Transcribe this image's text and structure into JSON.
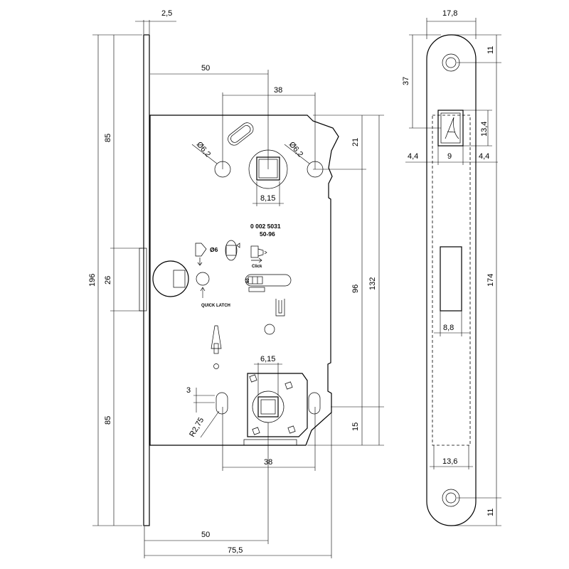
{
  "side_view": {
    "top_width": "2,5",
    "height_top": "85",
    "height_total": "196",
    "height_mid": "26",
    "height_bottom": "85"
  },
  "lock_body": {
    "dim_50_top": "50",
    "dim_38_top": "38",
    "dia_left": "Ø6,2",
    "dia_right": "Ø6,2",
    "dim_21": "21",
    "dim_8_15": "8,15",
    "part_no": "0  002  5031",
    "size_code": "50-96",
    "dia_6": "Ø6",
    "click": "Click",
    "quick_latch": "QUICK LATCH",
    "dim_96": "96",
    "dim_132": "132",
    "dim_6_15": "6,15",
    "dim_3": "3",
    "radius": "R2,75",
    "dim_15": "15",
    "dim_38_bottom": "38",
    "dim_50_bottom": "50",
    "dim_75_5": "75,5"
  },
  "faceplate": {
    "width": "17,8",
    "dim_11_top": "11",
    "dim_37": "37",
    "dim_13_4": "13,4",
    "dim_4_4_left": "4,4",
    "dim_9": "9",
    "dim_4_4_right": "4,4",
    "dim_174": "174",
    "dim_8_8": "8,8",
    "dim_13_6": "13,6",
    "dim_11_bottom": "11"
  }
}
